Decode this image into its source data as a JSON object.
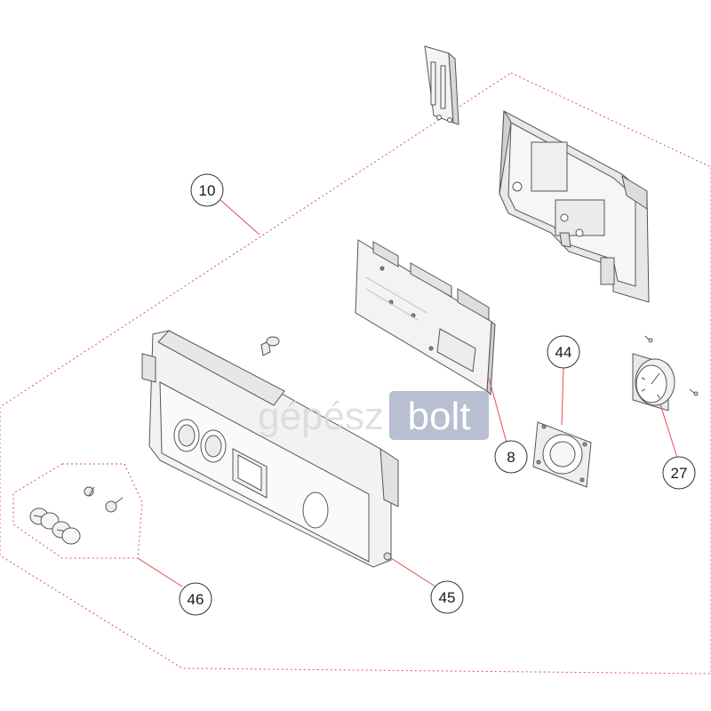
{
  "watermark": {
    "left": "gépész",
    "right": "bolt",
    "box_color": "#aab4c8"
  },
  "colors": {
    "leader": "#e05050",
    "part_line": "#555555",
    "dashed_group": "#e05050"
  },
  "callouts": [
    {
      "id": "10",
      "label": "10"
    },
    {
      "id": "8",
      "label": "8"
    },
    {
      "id": "44",
      "label": "44"
    },
    {
      "id": "27",
      "label": "27"
    },
    {
      "id": "45",
      "label": "45"
    },
    {
      "id": "46",
      "label": "46"
    }
  ],
  "parts": [
    {
      "id": "top-bracket",
      "icon": "bracket-part"
    },
    {
      "id": "rear-housing",
      "icon": "housing-part"
    },
    {
      "id": "circuit-board",
      "icon": "pcb-part"
    },
    {
      "id": "front-panel",
      "icon": "control-panel-part"
    },
    {
      "id": "gasket",
      "icon": "gasket-part"
    },
    {
      "id": "pressure-gauge",
      "icon": "gauge-part"
    },
    {
      "id": "knobs",
      "icon": "knob-part"
    },
    {
      "id": "screw",
      "icon": "screw-part"
    }
  ]
}
